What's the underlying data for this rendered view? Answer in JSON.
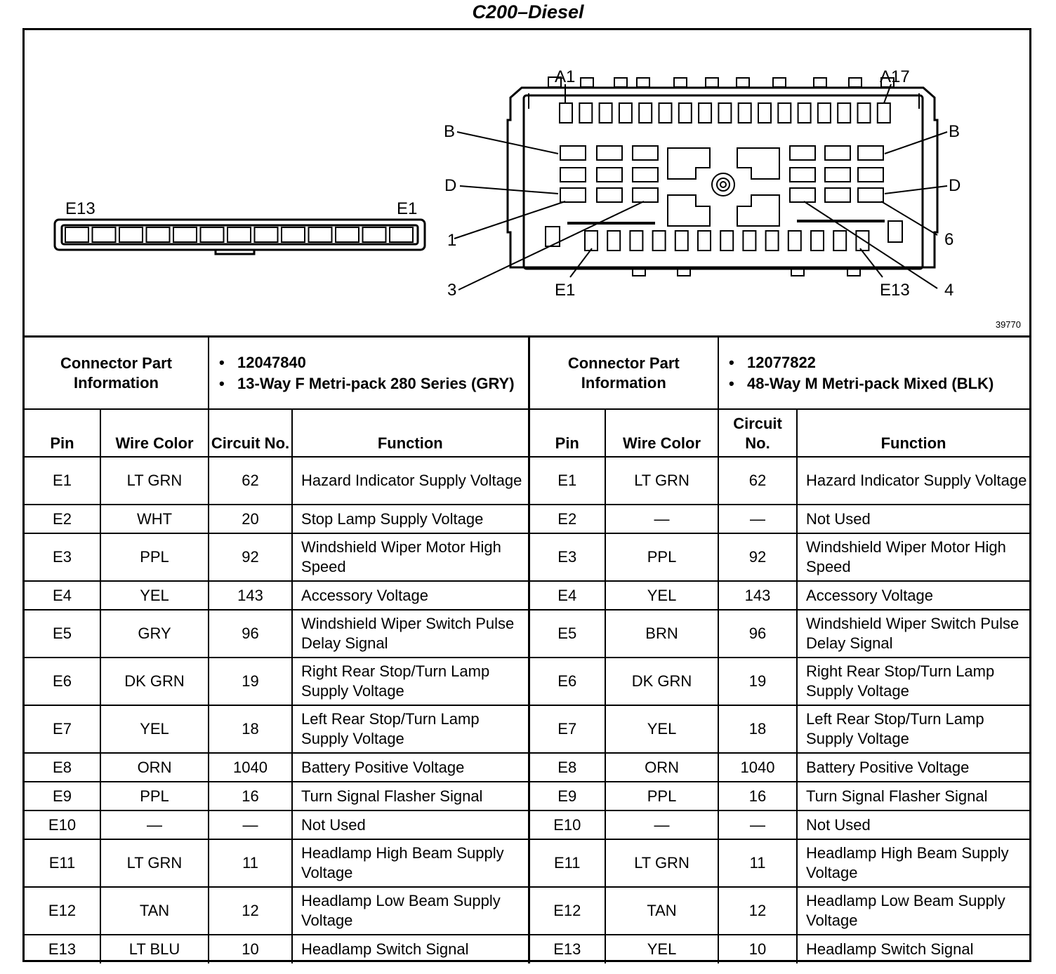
{
  "title": "C200–Diesel",
  "figure_number": "39770",
  "connector_13": {
    "end_label_left": "E13",
    "end_label_right": "E1"
  },
  "connector_48": {
    "callouts": {
      "a1": "A1",
      "a17": "A17",
      "b_left": "B",
      "b_right": "B",
      "d_left": "D",
      "d_right": "D",
      "n1": "1",
      "n3": "3",
      "n4": "4",
      "n6": "6",
      "e1": "E1",
      "e13": "E13"
    }
  },
  "connectors": [
    {
      "info_label": "Connector Part Information",
      "info_items": [
        "12047840",
        "13-Way F Metri-pack 280 Series (GRY)"
      ],
      "headers": {
        "pin": "Pin",
        "wire_color": "Wire Color",
        "circuit": "Circuit No.",
        "function": "Function"
      },
      "rows": [
        {
          "pin": "E1",
          "wire": "LT GRN",
          "circuit": "62",
          "function": "Hazard Indicator Supply Voltage"
        },
        {
          "pin": "E2",
          "wire": "WHT",
          "circuit": "20",
          "function": "Stop Lamp Supply Voltage"
        },
        {
          "pin": "E3",
          "wire": "PPL",
          "circuit": "92",
          "function": "Windshield Wiper Motor High Speed"
        },
        {
          "pin": "E4",
          "wire": "YEL",
          "circuit": "143",
          "function": "Accessory Voltage"
        },
        {
          "pin": "E5",
          "wire": "GRY",
          "circuit": "96",
          "function": "Windshield Wiper Switch Pulse Delay Signal"
        },
        {
          "pin": "E6",
          "wire": "DK GRN",
          "circuit": "19",
          "function": "Right Rear Stop/Turn Lamp Supply Voltage"
        },
        {
          "pin": "E7",
          "wire": "YEL",
          "circuit": "18",
          "function": "Left Rear Stop/Turn Lamp Supply Voltage"
        },
        {
          "pin": "E8",
          "wire": "ORN",
          "circuit": "1040",
          "function": "Battery Positive Voltage"
        },
        {
          "pin": "E9",
          "wire": "PPL",
          "circuit": "16",
          "function": "Turn Signal Flasher Signal"
        },
        {
          "pin": "E10",
          "wire": "—",
          "circuit": "—",
          "function": "Not Used"
        },
        {
          "pin": "E11",
          "wire": "LT GRN",
          "circuit": "11",
          "function": "Headlamp High Beam Supply Voltage"
        },
        {
          "pin": "E12",
          "wire": "TAN",
          "circuit": "12",
          "function": "Headlamp Low Beam Supply Voltage"
        },
        {
          "pin": "E13",
          "wire": "LT BLU",
          "circuit": "10",
          "function": "Headlamp Switch Signal"
        }
      ]
    },
    {
      "info_label": "Connector Part Information",
      "info_items": [
        "12077822",
        "48-Way M Metri-pack Mixed (BLK)"
      ],
      "headers": {
        "pin": "Pin",
        "wire_color": "Wire Color",
        "circuit": "Circuit No.",
        "function": "Function"
      },
      "rows": [
        {
          "pin": "E1",
          "wire": "LT GRN",
          "circuit": "62",
          "function": "Hazard Indicator Supply Voltage"
        },
        {
          "pin": "E2",
          "wire": "—",
          "circuit": "—",
          "function": "Not Used"
        },
        {
          "pin": "E3",
          "wire": "PPL",
          "circuit": "92",
          "function": "Windshield Wiper Motor High Speed"
        },
        {
          "pin": "E4",
          "wire": "YEL",
          "circuit": "143",
          "function": "Accessory Voltage"
        },
        {
          "pin": "E5",
          "wire": "BRN",
          "circuit": "96",
          "function": "Windshield Wiper Switch Pulse Delay Signal"
        },
        {
          "pin": "E6",
          "wire": "DK GRN",
          "circuit": "19",
          "function": "Right Rear Stop/Turn Lamp Supply Voltage"
        },
        {
          "pin": "E7",
          "wire": "YEL",
          "circuit": "18",
          "function": "Left Rear Stop/Turn Lamp Supply Voltage"
        },
        {
          "pin": "E8",
          "wire": "ORN",
          "circuit": "1040",
          "function": "Battery Positive Voltage"
        },
        {
          "pin": "E9",
          "wire": "PPL",
          "circuit": "16",
          "function": "Turn Signal Flasher Signal"
        },
        {
          "pin": "E10",
          "wire": "—",
          "circuit": "—",
          "function": "Not Used"
        },
        {
          "pin": "E11",
          "wire": "LT GRN",
          "circuit": "11",
          "function": "Headlamp High Beam Supply Voltage"
        },
        {
          "pin": "E12",
          "wire": "TAN",
          "circuit": "12",
          "function": "Headlamp Low Beam Supply Voltage"
        },
        {
          "pin": "E13",
          "wire": "YEL",
          "circuit": "10",
          "function": "Headlamp Switch Signal"
        }
      ]
    }
  ]
}
